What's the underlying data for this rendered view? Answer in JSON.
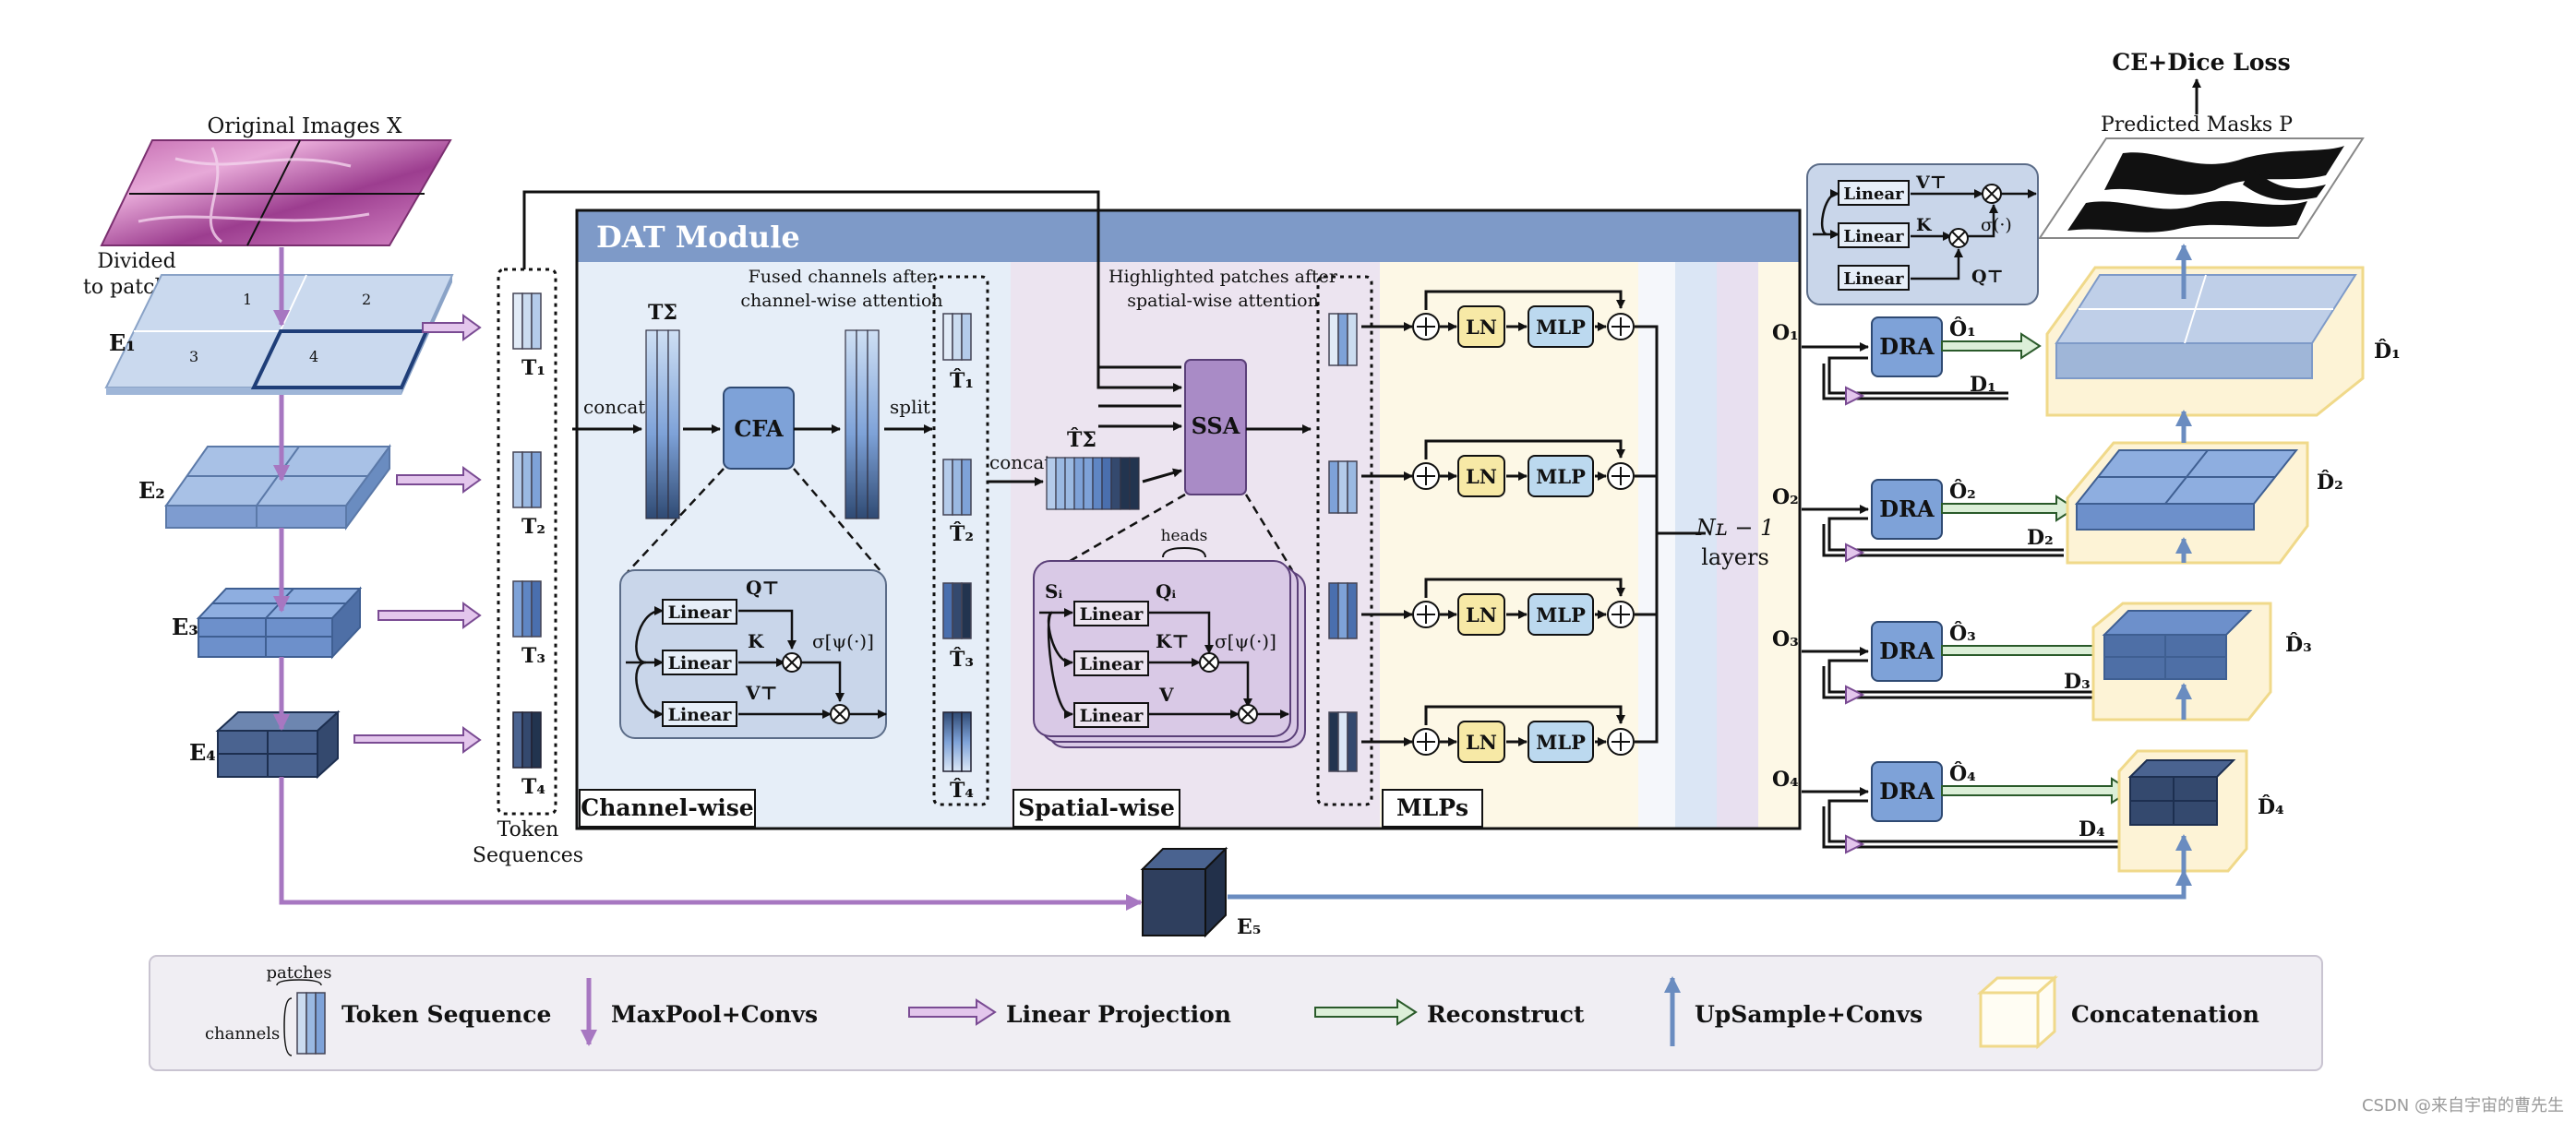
{
  "labels": {
    "original_images": "Original Images X",
    "divided": [
      "Divided",
      "to patches"
    ],
    "patches": [
      "1",
      "2",
      "3",
      "4"
    ],
    "embeddings": [
      "E₁",
      "E₂",
      "E₃",
      "E₄",
      "E₅"
    ],
    "token_seq": [
      "Token",
      "Sequences"
    ],
    "T": [
      "T₁",
      "T₂",
      "T₃",
      "T₄"
    ],
    "T_hat": [
      "T̂₁",
      "T̂₂",
      "T̂₃",
      "T̂₄"
    ],
    "T_sigma": "TΣ",
    "T_hat_sigma": "T̂Σ",
    "concat": "concat",
    "split": "split",
    "fused": [
      "Fused channels after",
      "channel-wise attention"
    ],
    "highlighted": [
      "Highlighted patches after",
      "spatial-wise attention"
    ],
    "heads": "heads",
    "module_title": "DAT Module",
    "cfa": "CFA",
    "ssa": "SSA",
    "linear": "Linear",
    "ln": "LN",
    "mlp": "MLP",
    "qT": "Q⊤",
    "k": "K",
    "vT": "V⊤",
    "kT": "K⊤",
    "v": "V",
    "qi": "Qᵢ",
    "si": "Sᵢ",
    "sigma_psi": "σ[ψ(·)]",
    "sigma": "σ(·)",
    "channel_wise": "Channel-wise",
    "spatial_wise": "Spatial-wise",
    "mlps": "MLPs",
    "nl_layers": [
      "Nʟ − 1",
      "layers"
    ],
    "O": [
      "O₁",
      "O₂",
      "O₃",
      "O₄"
    ],
    "O_hat": [
      "Ô₁",
      "Ô₂",
      "Ô₃",
      "Ô₄"
    ],
    "D": [
      "D₁",
      "D₂",
      "D₃",
      "D₄"
    ],
    "D_hat": [
      "D̂₁",
      "D̂₂",
      "D̂₃",
      "D̂₄"
    ],
    "dra": "DRA",
    "ce_dice": "CE+Dice Loss",
    "predicted": "Predicted Masks P"
  },
  "legend": {
    "token_sequence": "Token Sequence",
    "patches": "patches",
    "channels": "channels",
    "maxpool": "MaxPool+Convs",
    "linear_proj": "Linear Projection",
    "reconstruct": "Reconstruct",
    "upsample": "UpSample+Convs",
    "concatenation": "Concatenation"
  },
  "watermark": "CSDN @来自宇宙的曹先生",
  "colors": {
    "module_header": "#7e9ac8",
    "channel_bg": "#e6eef8",
    "spatial_bg": "#ece4f0",
    "mlp_bg": "#fdf8e6",
    "cfa": "#7ea2d8",
    "ssa": "#a98bc6",
    "ln": "#f7e9a6",
    "mlp": "#bcd9ef",
    "dra": "#7ea2d8",
    "purple_arrow": "#a777c1",
    "blue_arrow": "#6a8cc0",
    "green_arrow": "#dcefd8"
  }
}
